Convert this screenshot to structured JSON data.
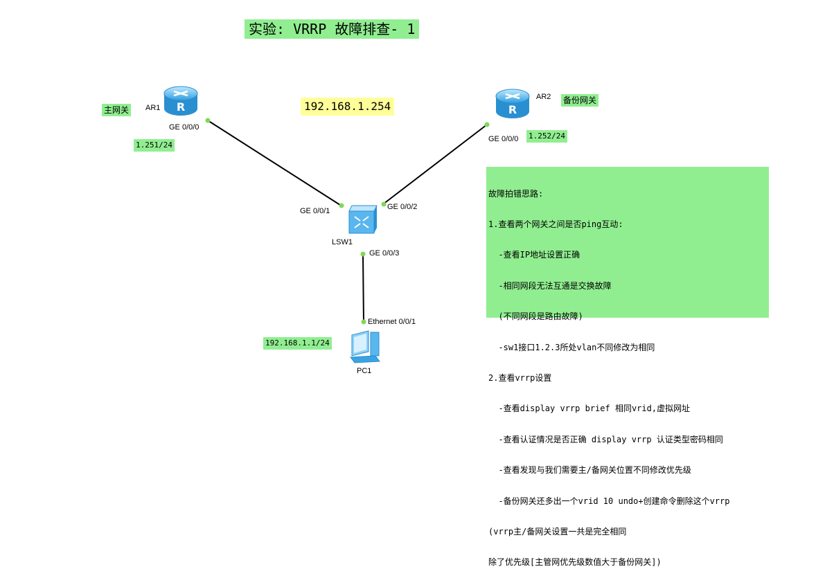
{
  "title": "实验: VRRP 故障排查- 1",
  "virtual_ip": "192.168.1.254",
  "devices": {
    "ar1": {
      "name": "AR1",
      "role": "主网关",
      "port": "GE 0/0/0",
      "ip": "1.251/24"
    },
    "ar2": {
      "name": "AR2",
      "role": "备份网关",
      "port": "GE 0/0/0",
      "ip": "1.252/24"
    },
    "lsw1": {
      "name": "LSW1",
      "ports": {
        "p1": "GE 0/0/1",
        "p2": "GE 0/0/2",
        "p3": "GE 0/0/3"
      }
    },
    "pc1": {
      "name": "PC1",
      "port": "Ethernet 0/0/1",
      "ip": "192.168.1.1/24"
    }
  },
  "notes": [
    "故障拍错思路:",
    "1.查看两个网关之间是否ping互动:",
    "  -查看IP地址设置正确",
    "  -相同网段无法互通是交换故障",
    "  (不同网段是路由故障)",
    "  -sw1接口1.2.3所处vlan不同修改为相同",
    "2.查看vrrp设置",
    "  -查看display vrrp brief 相同vrid,虚拟网址",
    "  -查看认证情况是否正确 display vrrp 认证类型密码相同",
    "  -查看发现与我们需要主/备网关位置不同修改优先级",
    "  -备份网关还多出一个vrid 10 undo+创建命令删除这个vrrp",
    "(vrrp主/备网关设置一共是完全相同",
    "除了优先级[主管网优先级数值大于备份网关])"
  ],
  "colors": {
    "label_bg": "#90ee90",
    "vip_bg": "#ffff99",
    "port_dot": "#7ed957",
    "link": "#000000"
  },
  "icons": {
    "router": "router-icon",
    "switch": "switch-icon",
    "pc": "pc-icon"
  }
}
